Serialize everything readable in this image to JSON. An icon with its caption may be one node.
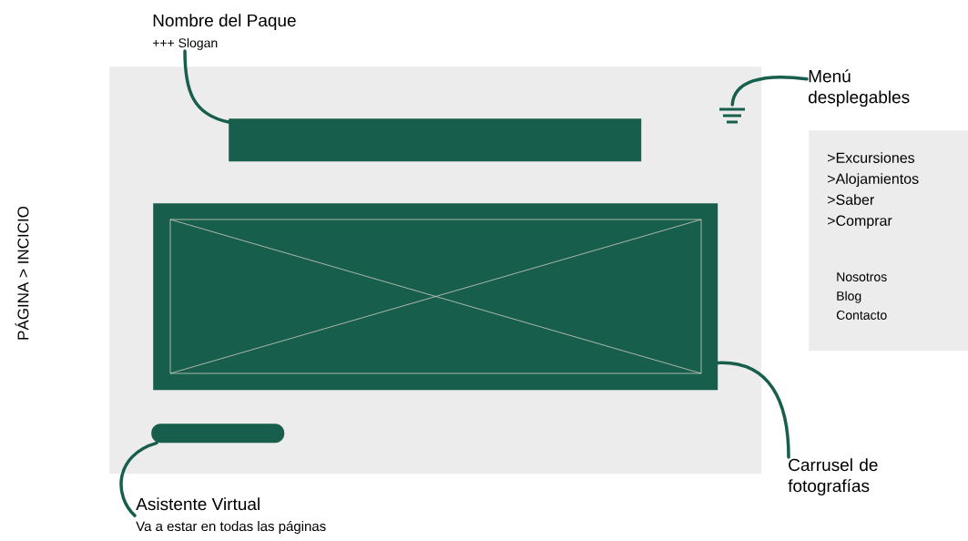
{
  "diagram": {
    "nodes": [
      {
        "text": [],
        "shape": "box"
      },
      {
        "text": [],
        "shape": "bar",
        "in": 0
      },
      {
        "text": [],
        "shape": "picture",
        "in": 0
      },
      {
        "text": [],
        "shape": "bar",
        "in": 0
      },
      {
        "text": [],
        "shape": "picture",
        "in": 0
      },
      {
        "text": [
          "Nombre del Paque",
          "+++ Slogan"
        ]
      },
      {
        "text": [
          "Menú desplegables"
        ]
      },
      {
        "text": [
          "Carrusel de fotografías"
        ]
      },
      {
        "text": [
          "Asistente Virtual",
          "Va a estar en todas las páginas"
        ]
      },
      {
        "text": [
          ">Excursiones",
          ">Alojamientos",
          ">Saber",
          ">Comprar",
          "Nosotros",
          "Blog",
          "Contacto"
        ]
      }
    ],
    "edges": [
      {
        "from": 5,
        "to": 1,
        "arrow": "none"
      },
      {
        "from": 6,
        "to": 4,
        "arrow": "none"
      },
      {
        "from": 7,
        "to": 2,
        "arrow": "none"
      },
      {
        "from": 8,
        "to": 3,
        "arrow": "none"
      }
    ],
    "labels": [
      "PÁGINA > INCICIO"
    ]
  }
}
